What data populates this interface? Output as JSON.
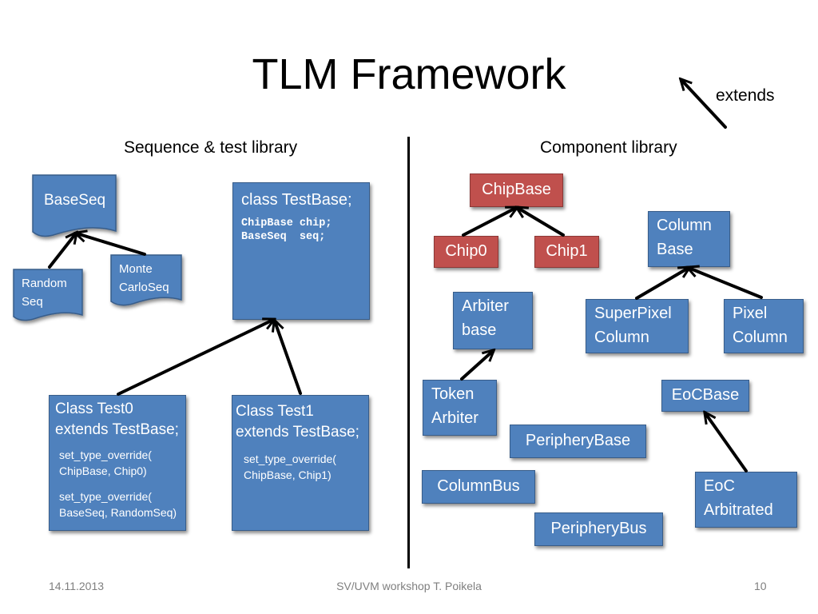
{
  "title": "TLM Framework",
  "legend": {
    "label": "extends"
  },
  "sections": {
    "left": "Sequence & test library",
    "right": "Component library"
  },
  "left": {
    "baseseq": "BaseSeq",
    "randomseq": [
      "Random",
      "Seq"
    ],
    "montecarloseq": [
      "Monte",
      "CarloSeq"
    ],
    "testbase": {
      "header": "class TestBase;",
      "members": [
        "ChipBase chip;",
        "BaseSeq  seq;"
      ]
    },
    "test0": {
      "header": [
        "Class Test0",
        "extends TestBase;"
      ],
      "override1": [
        "set_type_override(",
        "ChipBase, Chip0)"
      ],
      "override2": [
        "set_type_override(",
        "BaseSeq, RandomSeq)"
      ]
    },
    "test1": {
      "header": [
        "Class Test1",
        "extends TestBase;"
      ],
      "override1": [
        "set_type_override(",
        "ChipBase, Chip1)"
      ]
    }
  },
  "right": {
    "chipbase": "ChipBase",
    "chip0": "Chip0",
    "chip1": "Chip1",
    "columnbase": [
      "Column",
      "Base"
    ],
    "arbiterbase": [
      "Arbiter",
      "base"
    ],
    "superpixelcolumn": [
      "SuperPixel",
      "Column"
    ],
    "pixelcolumn": [
      "Pixel",
      "Column"
    ],
    "tokenarbiter": [
      "Token",
      "Arbiter"
    ],
    "eocbase": "EoCBase",
    "peripherybase": "PeripheryBase",
    "columnbus": "ColumnBus",
    "eocarbitrated": [
      "EoC",
      "Arbitrated"
    ],
    "peripherybus": "PeripheryBus"
  },
  "footer": {
    "date": "14.11.2013",
    "center": "SV/UVM workshop T. Poikela",
    "page": "10"
  },
  "colors": {
    "box_blue": "#4f81bd",
    "box_red": "#c0504d",
    "arrow": "#000000"
  }
}
